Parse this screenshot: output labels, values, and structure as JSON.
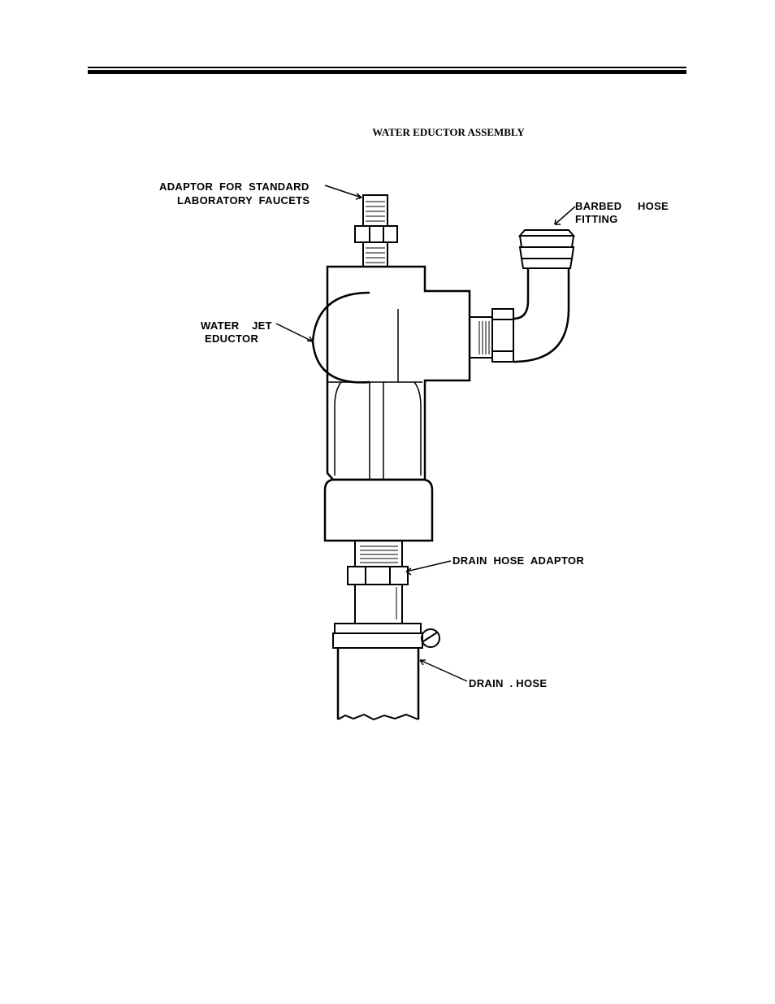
{
  "header": {
    "title": "WATER EDUCTOR ASSEMBLY"
  },
  "labels": {
    "adaptor_line1": "ADAPTOR  FOR  STANDARD",
    "adaptor_line2": "LABORATORY  FAUCETS",
    "barbed_line1": "BARBED     HOSE",
    "barbed_line2": "FITTING",
    "eductor_line1": "WATER    JET",
    "eductor_line2": "EDUCTOR",
    "drain_adaptor": "DRAIN  HOSE  ADAPTOR",
    "drain_hose": "DRAIN  . HOSE"
  }
}
